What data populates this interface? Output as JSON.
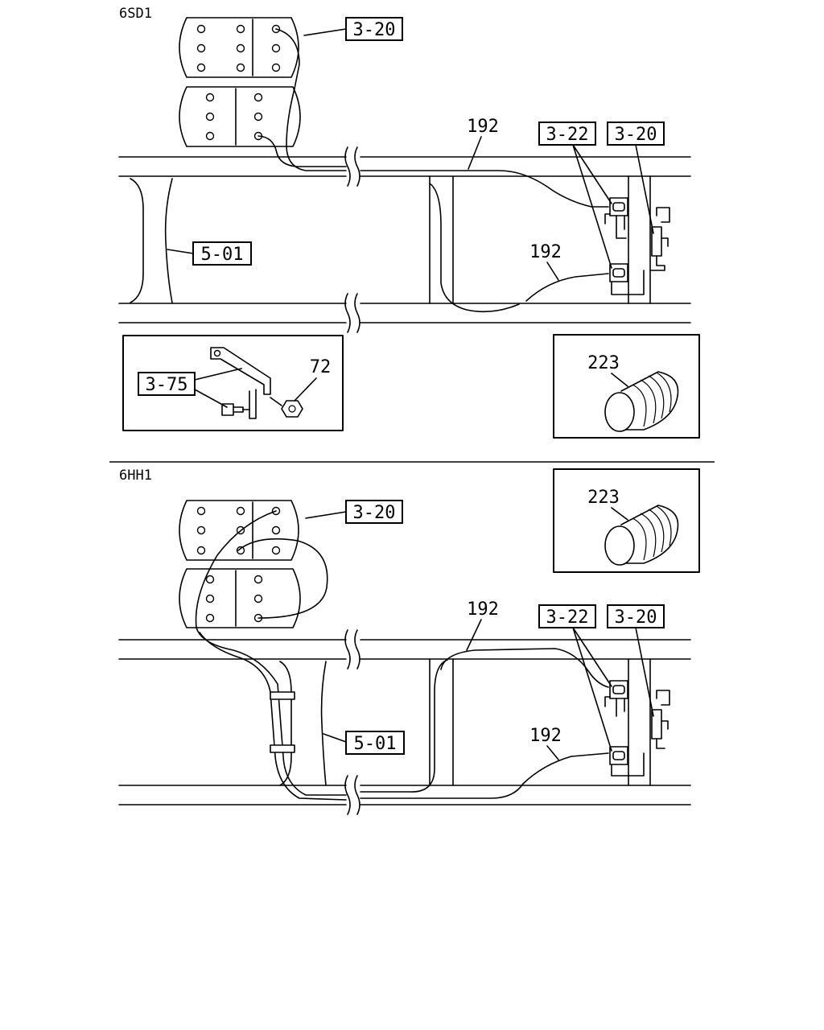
{
  "diagram": {
    "top_section": {
      "title": "6SD1",
      "callouts": {
        "battery_ref": "3-20",
        "sensor_ref": "3-22",
        "switch_ref": "3-20",
        "frame_ref": "5-01",
        "bracket_ref": "3-75"
      },
      "numbers": {
        "harness_upper": "192",
        "harness_lower": "192",
        "nut": "72",
        "tube": "223"
      }
    },
    "bottom_section": {
      "title": "6HH1",
      "callouts": {
        "battery_ref": "3-20",
        "sensor_ref": "3-22",
        "switch_ref": "3-20",
        "frame_ref": "5-01"
      },
      "numbers": {
        "harness_upper": "192",
        "harness_lower": "192",
        "tube": "223"
      }
    }
  }
}
